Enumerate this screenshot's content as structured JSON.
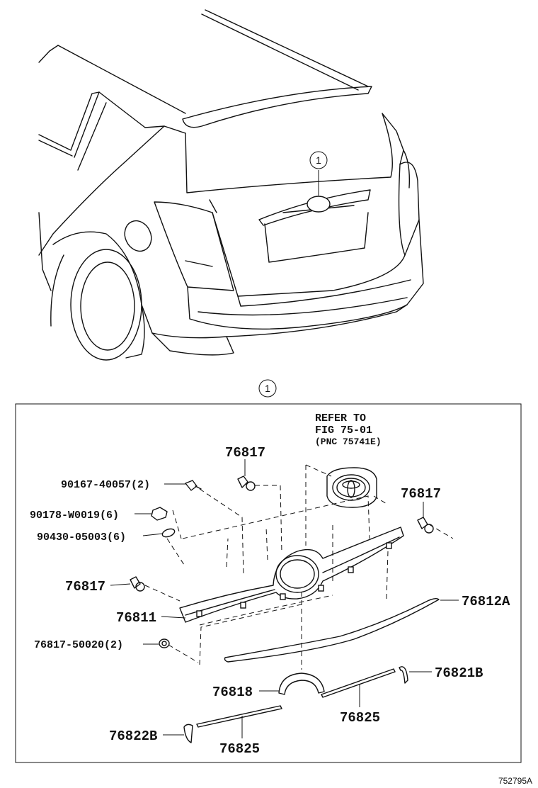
{
  "callout": {
    "ref_number": "1"
  },
  "refer": {
    "line1": "REFER TO",
    "line2": "FIG 75-01",
    "line3": "(PNC 75741E)"
  },
  "parts": {
    "p90167": "90167-40057(2)",
    "p90178": "90178-W0019(6)",
    "p90430": "90430-05003(6)",
    "p76817_top": "76817",
    "p76817_right": "76817",
    "p76817_left": "76817",
    "p76811": "76811",
    "p76812A": "76812A",
    "p76817_50020": "76817-50020(2)",
    "p76818": "76818",
    "p76821B": "76821B",
    "p76825_right": "76825",
    "p76822B": "76822B",
    "p76825_left": "76825"
  },
  "illustration_code": "752795A"
}
